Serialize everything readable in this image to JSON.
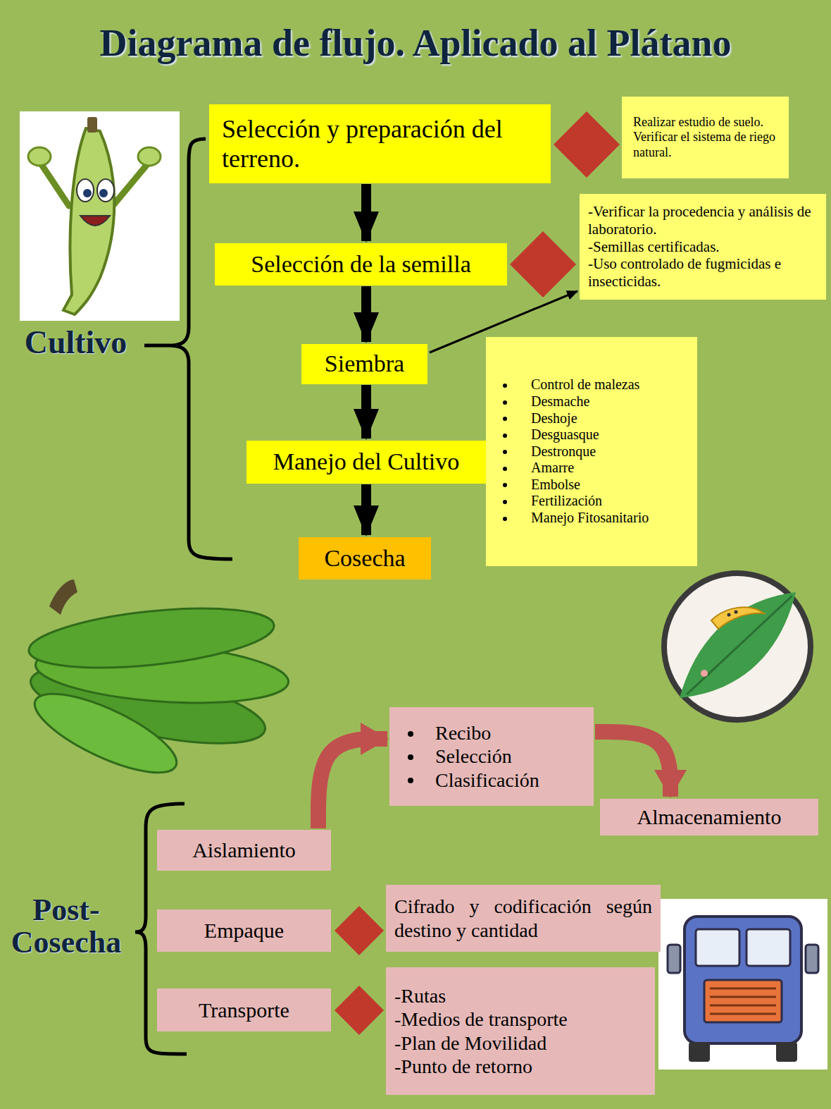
{
  "diagram": {
    "title": "Diagrama de flujo. Aplicado al Plátano",
    "nodes": [
      {
        "text": [
          "Selección y preparación del terreno."
        ]
      },
      {
        "text": [
          "Realizar estudio de suelo.",
          "Verificar el sistema de riego natural."
        ]
      },
      {
        "text": [
          "Selección de la semilla"
        ]
      },
      {
        "text": [
          "-Verificar la procedencia y análisis de laboratorio.",
          "-Semillas certificadas.",
          "-Uso controlado de fugmicidas e insecticidas."
        ]
      },
      {
        "text": [
          "Siembra"
        ]
      },
      {
        "text": [
          "Control de malezas",
          "Desmache",
          "Deshoje",
          "Desguasque",
          "Destronque",
          "Amarre",
          "Embolse",
          "Fertilización",
          "Manejo Fitosanitario"
        ]
      },
      {
        "text": [
          "Manejo del Cultivo"
        ]
      },
      {
        "text": [
          "Cosecha"
        ]
      },
      {
        "text": [
          "Recibo",
          "Selección",
          "Clasificación"
        ]
      },
      {
        "text": [
          "Almacenamiento"
        ]
      },
      {
        "text": [
          "Aislamiento"
        ]
      },
      {
        "text": [
          "Empaque"
        ]
      },
      {
        "text": [
          "Cifrado y codificación según destino y cantidad"
        ]
      },
      {
        "text": [
          "Transporte"
        ]
      },
      {
        "text": [
          "-Rutas",
          "-Medios de transporte",
          "-Plan de Movilidad",
          "-Punto de retorno"
        ]
      }
    ],
    "edges": [
      {
        "from": 0,
        "to": 2,
        "arrow": "to"
      },
      {
        "from": 2,
        "to": 4,
        "arrow": "to"
      },
      {
        "from": 4,
        "to": 6,
        "arrow": "to"
      },
      {
        "from": 6,
        "to": 7,
        "arrow": "to"
      },
      {
        "from": 4,
        "to": 3,
        "arrow": "to"
      },
      {
        "from": 10,
        "to": 8,
        "arrow": "to"
      },
      {
        "from": 8,
        "to": 9,
        "arrow": "to"
      }
    ],
    "labels": [
      "Cultivo",
      "Post- Cosecha"
    ]
  }
}
